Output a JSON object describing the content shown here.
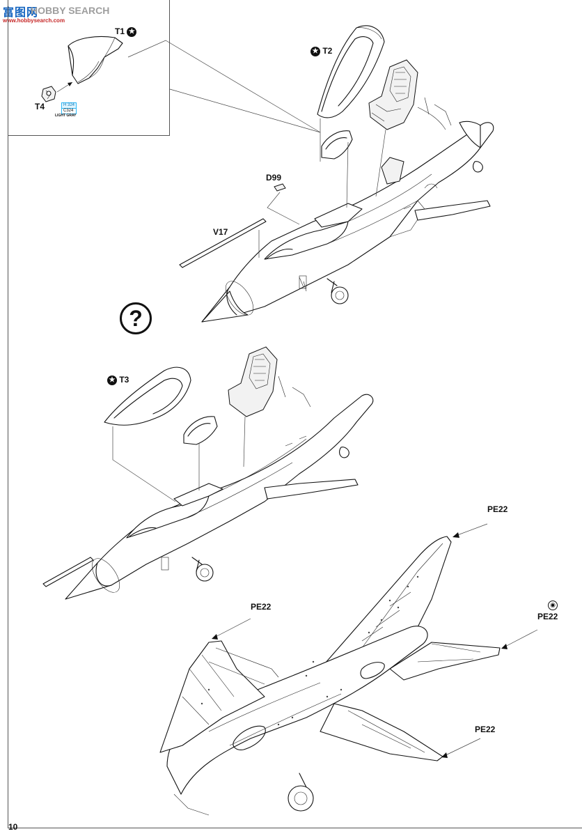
{
  "watermark": {
    "cn": "富图网",
    "en": "HOBBY SEARCH",
    "url": "www.hobbysearch.com"
  },
  "page_number": "10",
  "inset": {
    "part_t1": "T1",
    "part_t4": "T4",
    "color_tag_h": "H 324",
    "color_tag_c": "C324",
    "color_name": "LIGHT GRAY"
  },
  "step_a": {
    "part_t2": "T2",
    "part_d99": "D99",
    "part_v17": "V17"
  },
  "step_b": {
    "question_mark": "?",
    "part_t3": "T3"
  },
  "step_c": {
    "pe22_top": "PE22",
    "pe22_left": "PE22",
    "pe22_right": "PE22",
    "pe22_bottom": "PE22"
  },
  "icons": {
    "star": "★",
    "eye": "◉"
  }
}
